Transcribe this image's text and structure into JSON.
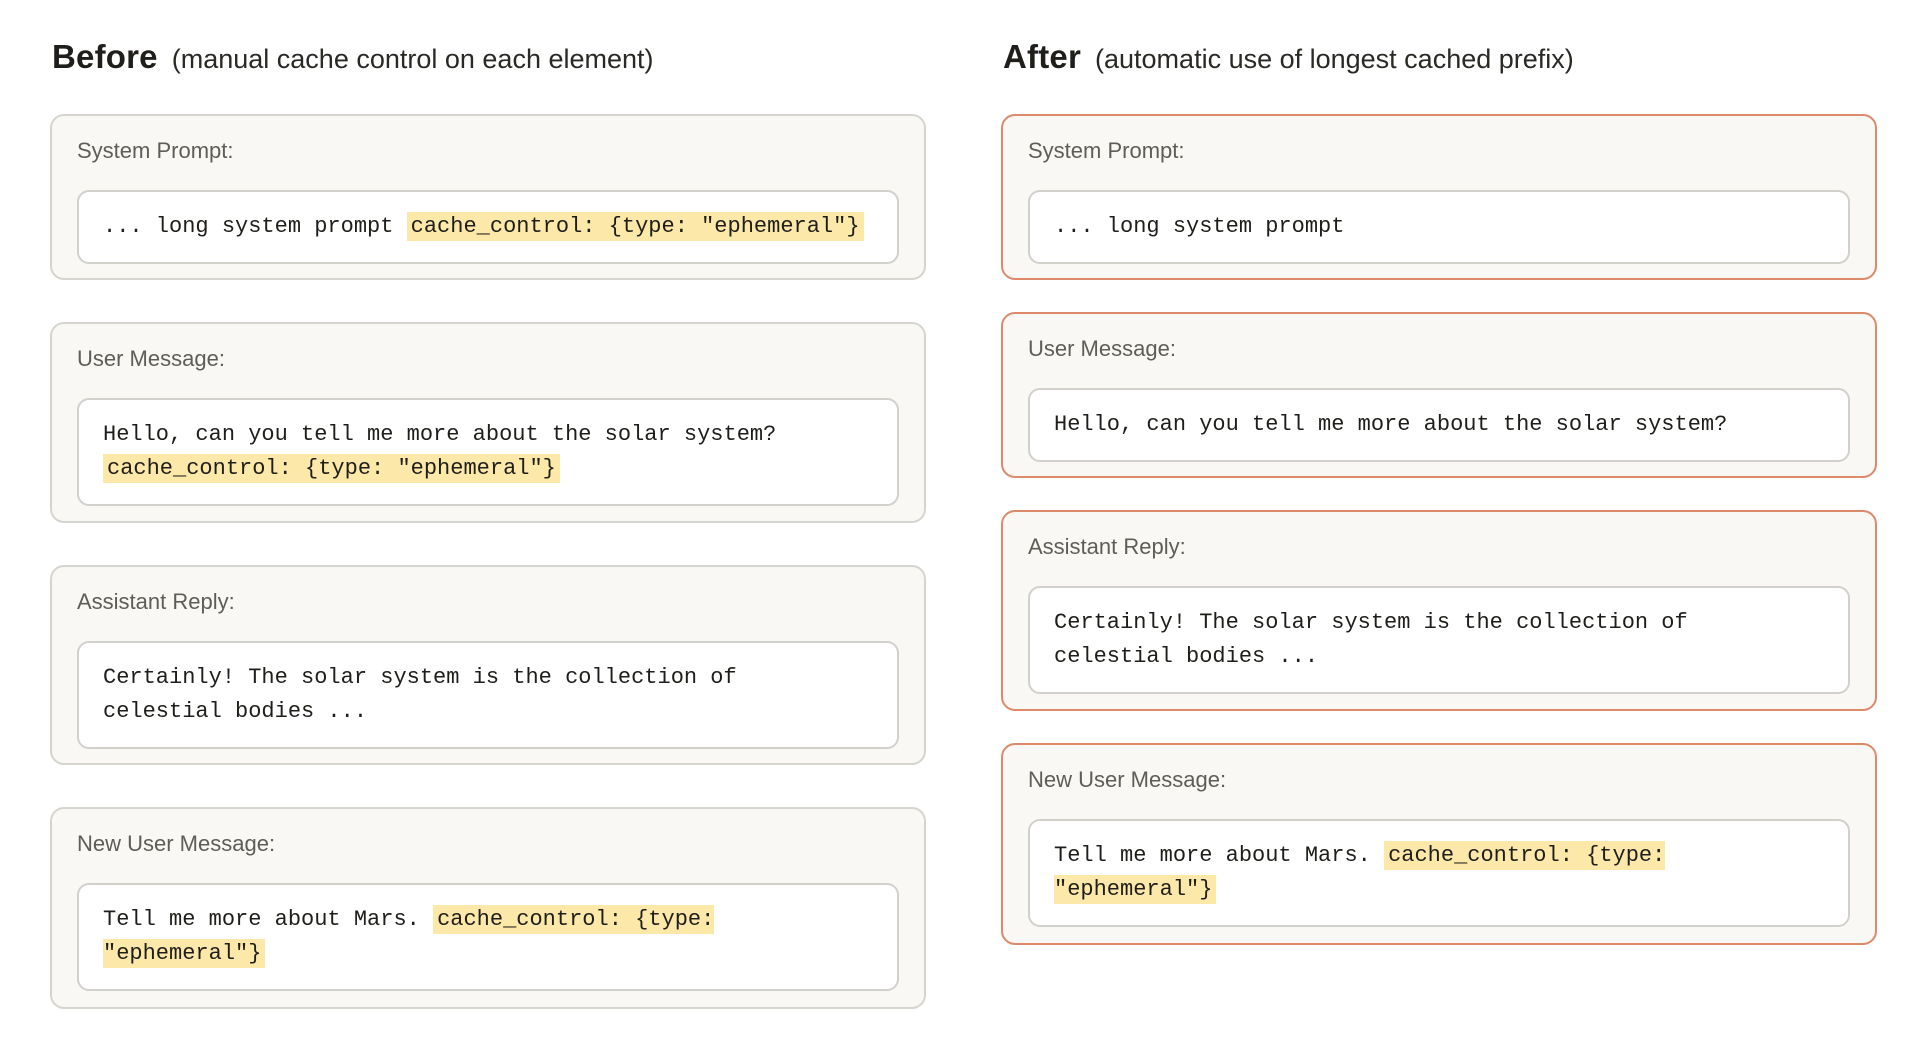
{
  "before": {
    "title": "Before",
    "subtitle": "(manual cache control on each element)",
    "cards": [
      {
        "label": "System Prompt:",
        "text": "... long system prompt ",
        "highlight": "cache_control: {type: \"ephemeral\"}"
      },
      {
        "label": "User Message:",
        "text": "Hello, can you tell me more about the solar system?\n",
        "highlight": "cache_control: {type: \"ephemeral\"}"
      },
      {
        "label": "Assistant Reply:",
        "text": "Certainly! The solar system is the collection of\ncelestial bodies ...",
        "highlight": ""
      },
      {
        "label": "New User Message:",
        "text": "Tell me more about Mars. ",
        "highlight": "cache_control: {type:\n\"ephemeral\"}"
      }
    ]
  },
  "after": {
    "title": "After",
    "subtitle": "(automatic use of longest cached prefix)",
    "cards": [
      {
        "label": "System Prompt:",
        "text": "... long system prompt",
        "highlight": ""
      },
      {
        "label": "User Message:",
        "text": "Hello, can you tell me more about the solar system?",
        "highlight": ""
      },
      {
        "label": "Assistant Reply:",
        "text": "Certainly! The solar system is the collection of\ncelestial bodies ...",
        "highlight": ""
      },
      {
        "label": "New User Message:",
        "text": "Tell me more about Mars. ",
        "highlight": "cache_control: {type:\n\"ephemeral\"}"
      }
    ]
  },
  "colors": {
    "before_border": "#d6d4cf",
    "after_border": "#dd8a6a",
    "card_bg": "#f9f8f4",
    "highlight": "#fce8a9"
  }
}
